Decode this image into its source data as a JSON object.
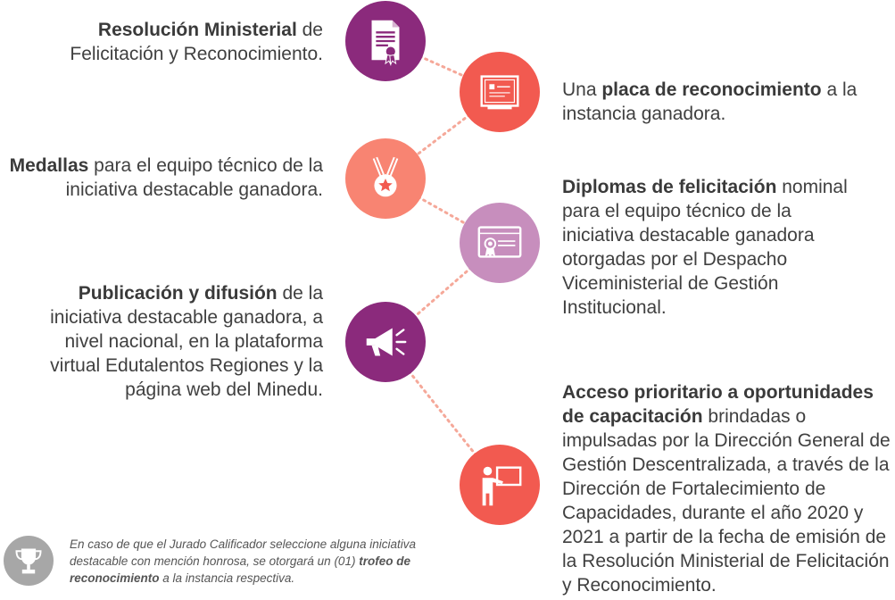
{
  "colors": {
    "purple": "#8b2a7c",
    "coral": "#f25a50",
    "salmon": "#f88472",
    "lilac": "#c78ebd",
    "connector": "#f5a899",
    "trophy": "#a7a7a7"
  },
  "items": [
    {
      "icon": "document-ribbon-icon",
      "bold": "Resolución Ministerial",
      "rest": " de Felicitación y Reconocimiento."
    },
    {
      "icon": "plaque-icon",
      "pre": "Una ",
      "bold": "placa de reconocimiento",
      "rest": " a la instancia ganadora."
    },
    {
      "icon": "medal-icon",
      "bold": "Medallas",
      "rest": " para el equipo técnico de la iniciativa destacable ganadora."
    },
    {
      "icon": "diploma-icon",
      "bold": "Diplomas de felicitación",
      "rest": " nominal para el equipo técnico de la iniciativa destacable ganadora otorgadas por el Despacho Viceministerial de Gestión Institucional."
    },
    {
      "icon": "megaphone-icon",
      "bold": "Publicación y difusión",
      "rest": " de la iniciativa destacable ganadora, a nivel nacional, en la plataforma virtual Edutalentos Regiones y la página web del Minedu."
    },
    {
      "icon": "presenter-icon",
      "bold": "Acceso prioritario a oportunidades de capacitación",
      "rest": " brindadas o impulsadas por la Dirección General de Gestión Descentralizada, a través de la Dirección de Fortalecimiento de Capacidades, durante el año 2020 y 2021 a partir de la fecha de emisión de la Resolución Ministerial de Felicitación y Reconocimiento."
    }
  ],
  "note": {
    "icon": "trophy-icon",
    "part1": "En caso de que el Jurado Calificador seleccione alguna iniciativa destacable con mención honrosa, se otorgará un (01) ",
    "bold": "trofeo de reconocimiento",
    "part2": " a la instancia respectiva."
  }
}
